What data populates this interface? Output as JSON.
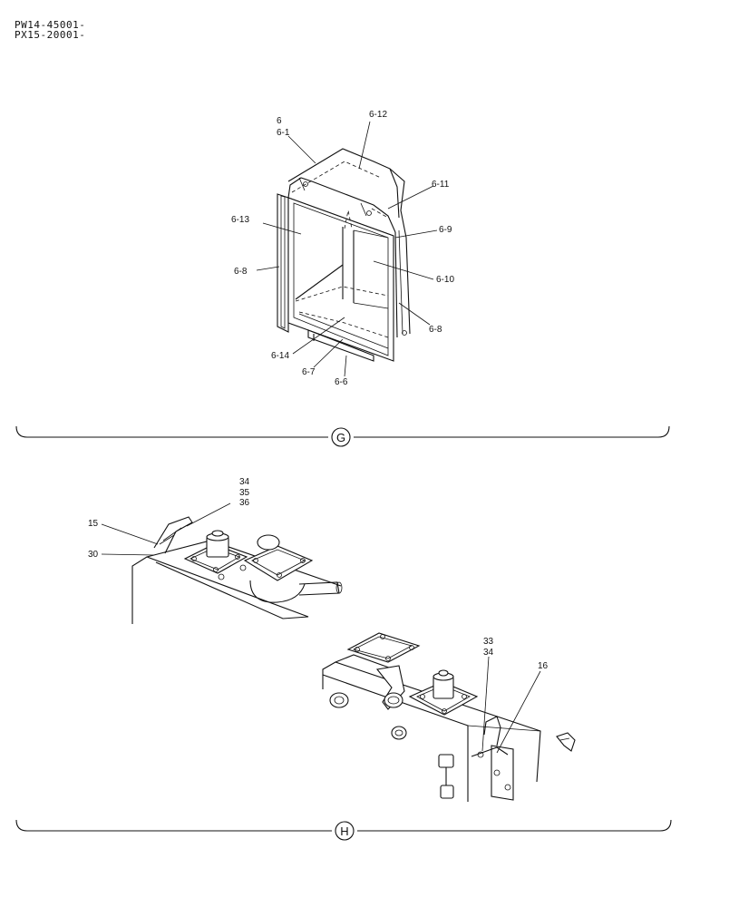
{
  "header": {
    "serial_1": "PW14-45001-",
    "serial_2": "PX15-20001-"
  },
  "section_g": {
    "marker": "G",
    "callouts": {
      "c_6": "6",
      "c_6_1": "6-1",
      "c_6_12": "6-12",
      "c_6_11": "6-11",
      "c_6_9": "6-9",
      "c_6_13": "6-13",
      "c_6_8_left": "6-8",
      "c_6_10": "6-10",
      "c_6_8_right": "6-8",
      "c_6_14": "6-14",
      "c_6_7": "6-7",
      "c_6_6": "6-6"
    }
  },
  "section_h": {
    "marker": "H",
    "callouts": {
      "c_34a": "34",
      "c_35": "35",
      "c_36": "36",
      "c_15": "15",
      "c_30": "30",
      "c_33": "33",
      "c_34b": "34",
      "c_16": "16"
    }
  }
}
